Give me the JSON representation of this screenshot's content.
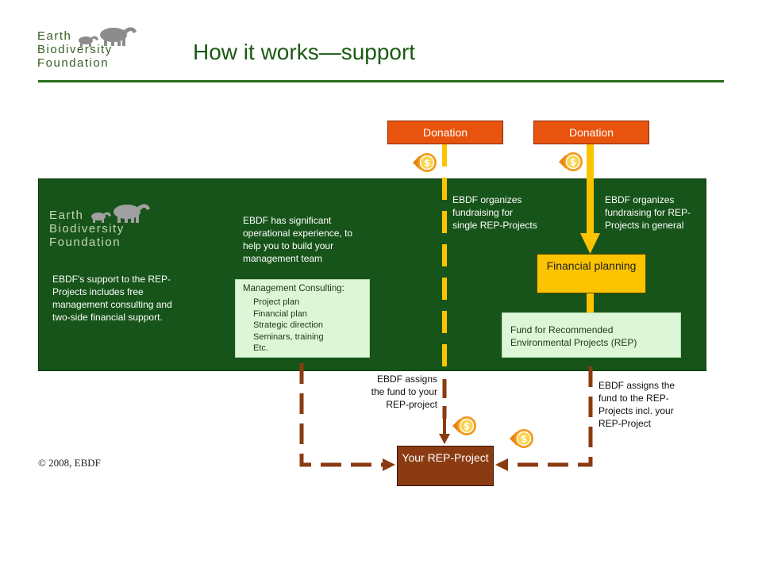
{
  "header": {
    "logo_lines": [
      "Earth",
      "Biodiversity",
      "Foundation"
    ],
    "title": "How it works—support"
  },
  "panel": {
    "logo_lines": [
      "Earth",
      "Biodiversity",
      "Foundation"
    ],
    "support_text": "EBDF's support to the REP-Projects includes free management consulting and two-side financial support.",
    "experience_text": "EBDF has significant operational experience, to help you to build your management team",
    "management": {
      "title": "Management Consulting:",
      "items": [
        "Project plan",
        "Financial plan",
        "Strategic direction",
        "Seminars, training",
        "Etc."
      ]
    },
    "org_single": "EBDF organizes fundraising for single REP-Projects",
    "org_general": "EBDF organizes fundraising for REP-Projects in general",
    "fund_box": "Fund for Recommended Environmental Projects (REP)"
  },
  "flow": {
    "donation_left": "Donation",
    "donation_right": "Donation",
    "financial_planning": "Financial planning",
    "rep_project": "Your REP-Project",
    "assign_left": "EBDF assigns the fund to your REP-project",
    "assign_right": "EBDF assigns the fund to the REP-Projects incl. your REP-Project",
    "coin_icon": "dollar-coin-icon"
  },
  "footer": {
    "copyright": "© 2008, EBDF"
  },
  "colors": {
    "panel_green": "#17541a",
    "title_green": "#1a5a12",
    "donation_orange": "#e8540e",
    "flow_yellow": "#fcc400",
    "rep_brown": "#8b3b12",
    "dashed_brown": "#8b3b12",
    "mint": "#ddf6d8"
  }
}
